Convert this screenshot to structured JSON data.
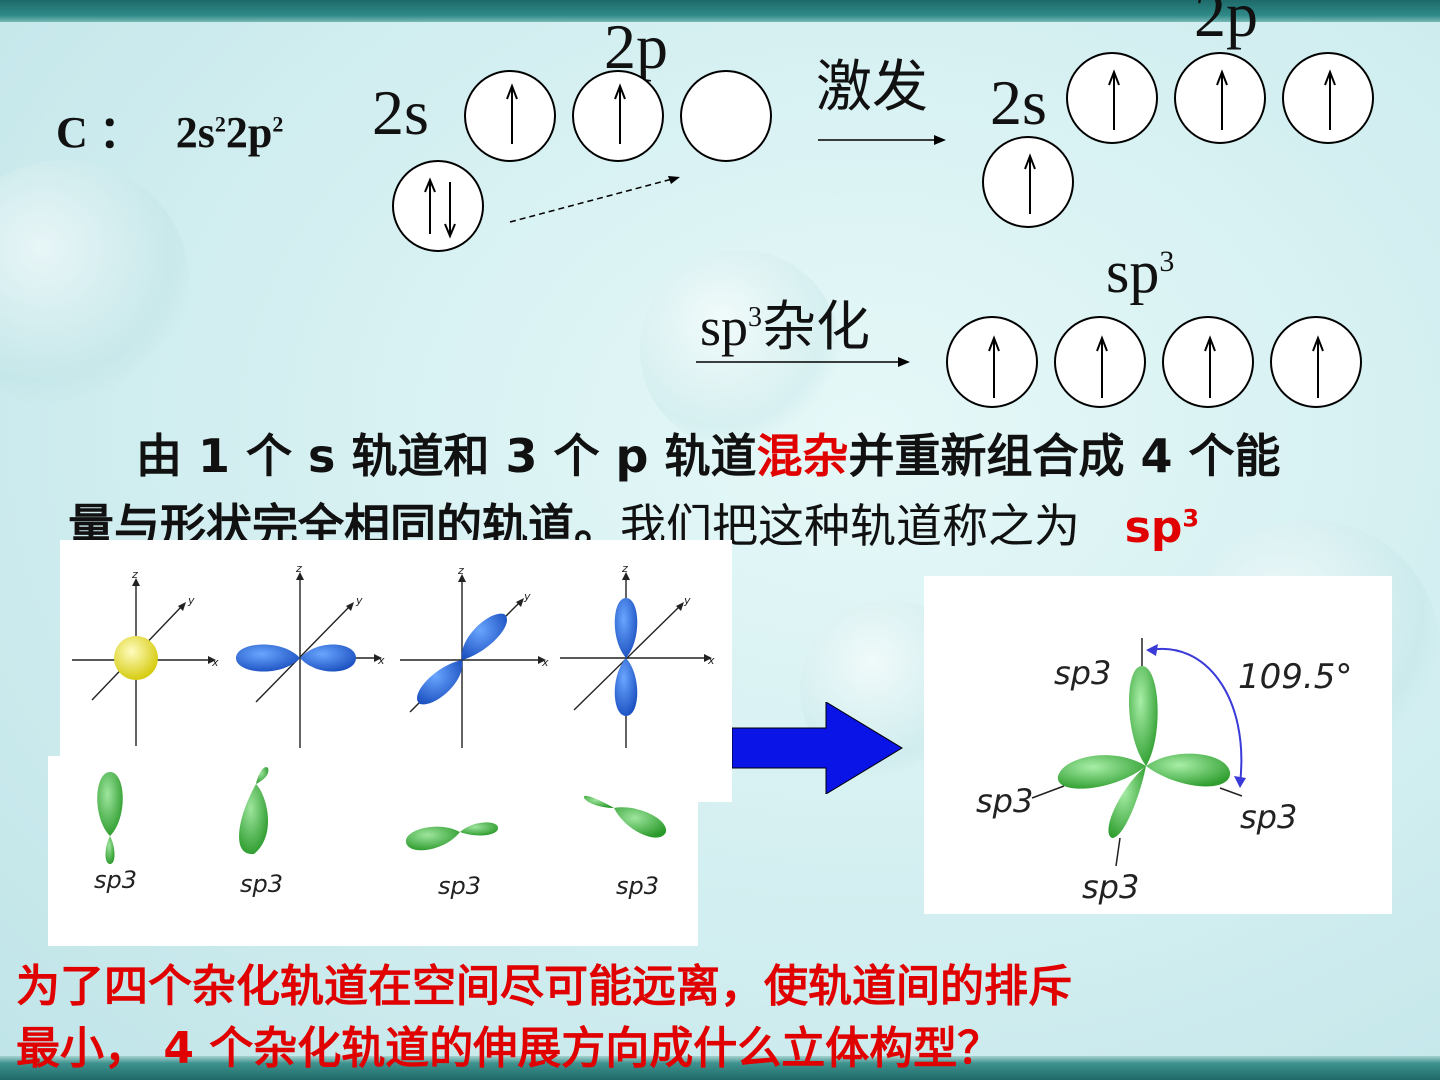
{
  "config": {
    "element_label": "C ：",
    "element_config_base": "2s",
    "element_config_sup1": "2",
    "element_config_mid": "2p",
    "element_config_sup2": "2"
  },
  "ground_state": {
    "s_label": "2s",
    "p_label": "2p"
  },
  "excitation": {
    "label": "激发"
  },
  "excited_state": {
    "s_label": "2s",
    "p_label": "2p"
  },
  "hybridization": {
    "label_base": "sp",
    "label_sup": "3",
    "label_text": "杂化"
  },
  "hybrid_state": {
    "label_base": "sp",
    "label_sup": "3"
  },
  "explanation": {
    "line1_part1": "由 1 个 s 轨道和 3 个 p 轨道",
    "line1_highlight": "混杂",
    "line1_part2": "并重新组合成 4 个能",
    "line2_part1": "量与形状完全相同的轨道。",
    "line2_part2": "我们把这种轨道称之为",
    "line2_term_base": "sp",
    "line2_term_sup": "3"
  },
  "orbital_panel": {
    "axis_x": "x",
    "axis_y": "y",
    "axis_z": "z",
    "orbitals": [
      "s",
      "p",
      "p",
      "p"
    ],
    "hybrid_labels": [
      "sp3",
      "sp3",
      "sp3",
      "sp3"
    ]
  },
  "tetra_panel": {
    "angle": "109.5°",
    "labels": [
      "sp3",
      "sp3",
      "sp3",
      "sp3"
    ]
  },
  "question": {
    "line1": "为了四个杂化轨道在空间尽可能远离，使轨道间的排斥",
    "line2": "最小， 4 个杂化轨道的伸展方向成什么立体构型？"
  },
  "colors": {
    "accent_red": "#e00000",
    "lobe_green": "#3aa83a",
    "lobe_blue": "#1e64d2",
    "arrow_blue": "#0a14e6"
  }
}
